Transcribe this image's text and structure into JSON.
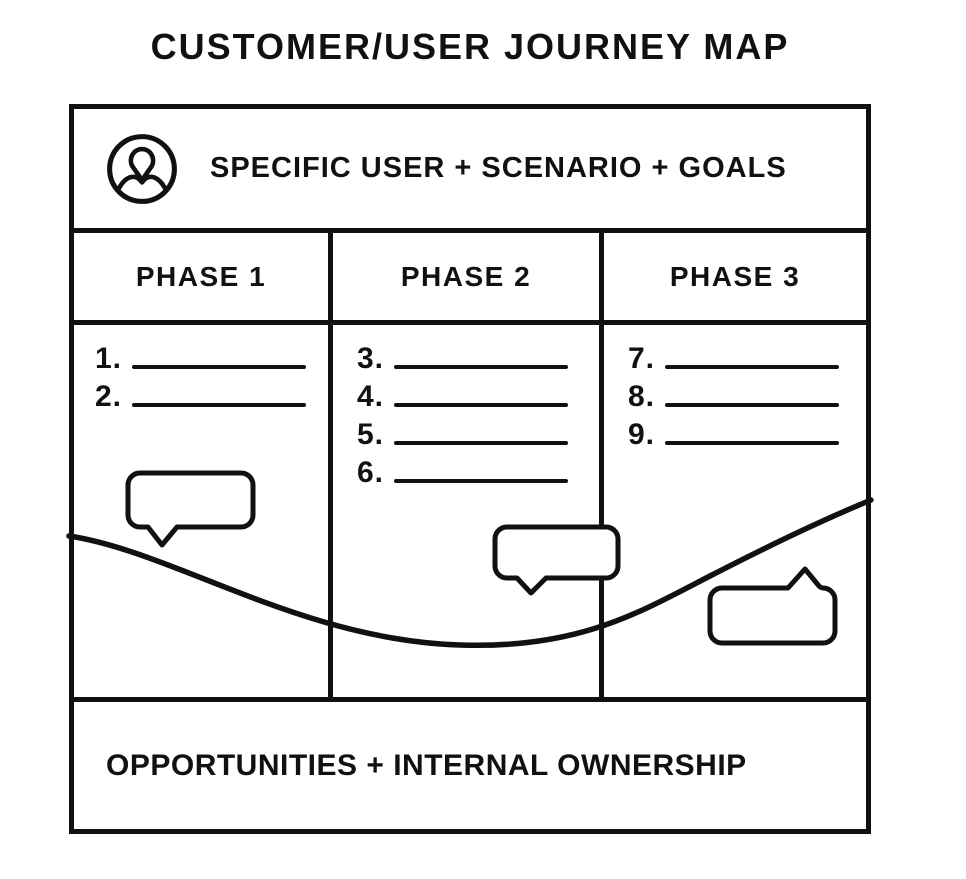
{
  "title": "CUSTOMER/USER JOURNEY MAP",
  "persona": {
    "icon": "user-avatar-icon",
    "label": "SPECIFIC USER + SCENARIO + GOALS"
  },
  "phases": [
    {
      "label": "PHASE 1",
      "items": [
        "1.",
        "2."
      ]
    },
    {
      "label": "PHASE 2",
      "items": [
        "3.",
        "4.",
        "5.",
        "6."
      ]
    },
    {
      "label": "PHASE 3",
      "items": [
        "7.",
        "8.",
        "9."
      ]
    }
  ],
  "footer": {
    "label": "OPPORTUNITIES + INTERNAL OWNERSHIP"
  },
  "annotations": {
    "journey_curve": "emotion curve dipping through phase 2 and rising through phase 3",
    "speech_bubbles": [
      {
        "icon": "speech-bubble-down-icon",
        "phase": "PHASE 1"
      },
      {
        "icon": "speech-bubble-down-icon",
        "phase": "PHASE 2"
      },
      {
        "icon": "speech-bubble-up-icon",
        "phase": "PHASE 3"
      }
    ]
  },
  "colors": {
    "ink": "#111111",
    "background": "#ffffff"
  }
}
